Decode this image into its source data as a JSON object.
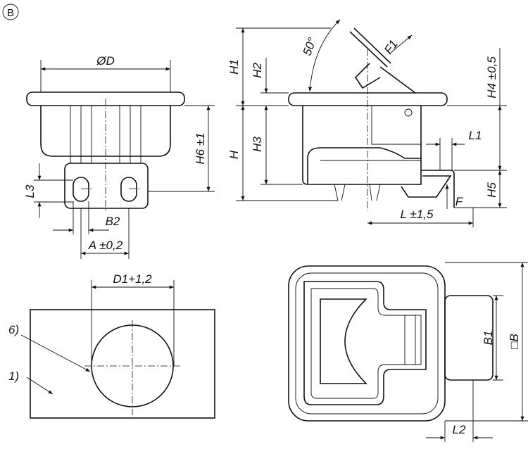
{
  "view_marker": "B",
  "top_left_view": {
    "diameter": "ØD",
    "height_h6": "H6 ±1",
    "l3": "L3",
    "b2": "B2",
    "a": "A ±0,2"
  },
  "top_right_view": {
    "h1": "H1",
    "h2": "H2",
    "h": "H",
    "h3": "H3",
    "angle": "50°",
    "f1": "F1",
    "h4": "H4 ±0,5",
    "l1": "L1",
    "h5": "H5",
    "f": "F",
    "l": "L ±1,5"
  },
  "cutout_view": {
    "d1": "D1+1,2",
    "note_6": "6)",
    "note_1": "1)"
  },
  "plan_view": {
    "b1": "B1",
    "b": "□B",
    "l2": "L2"
  }
}
